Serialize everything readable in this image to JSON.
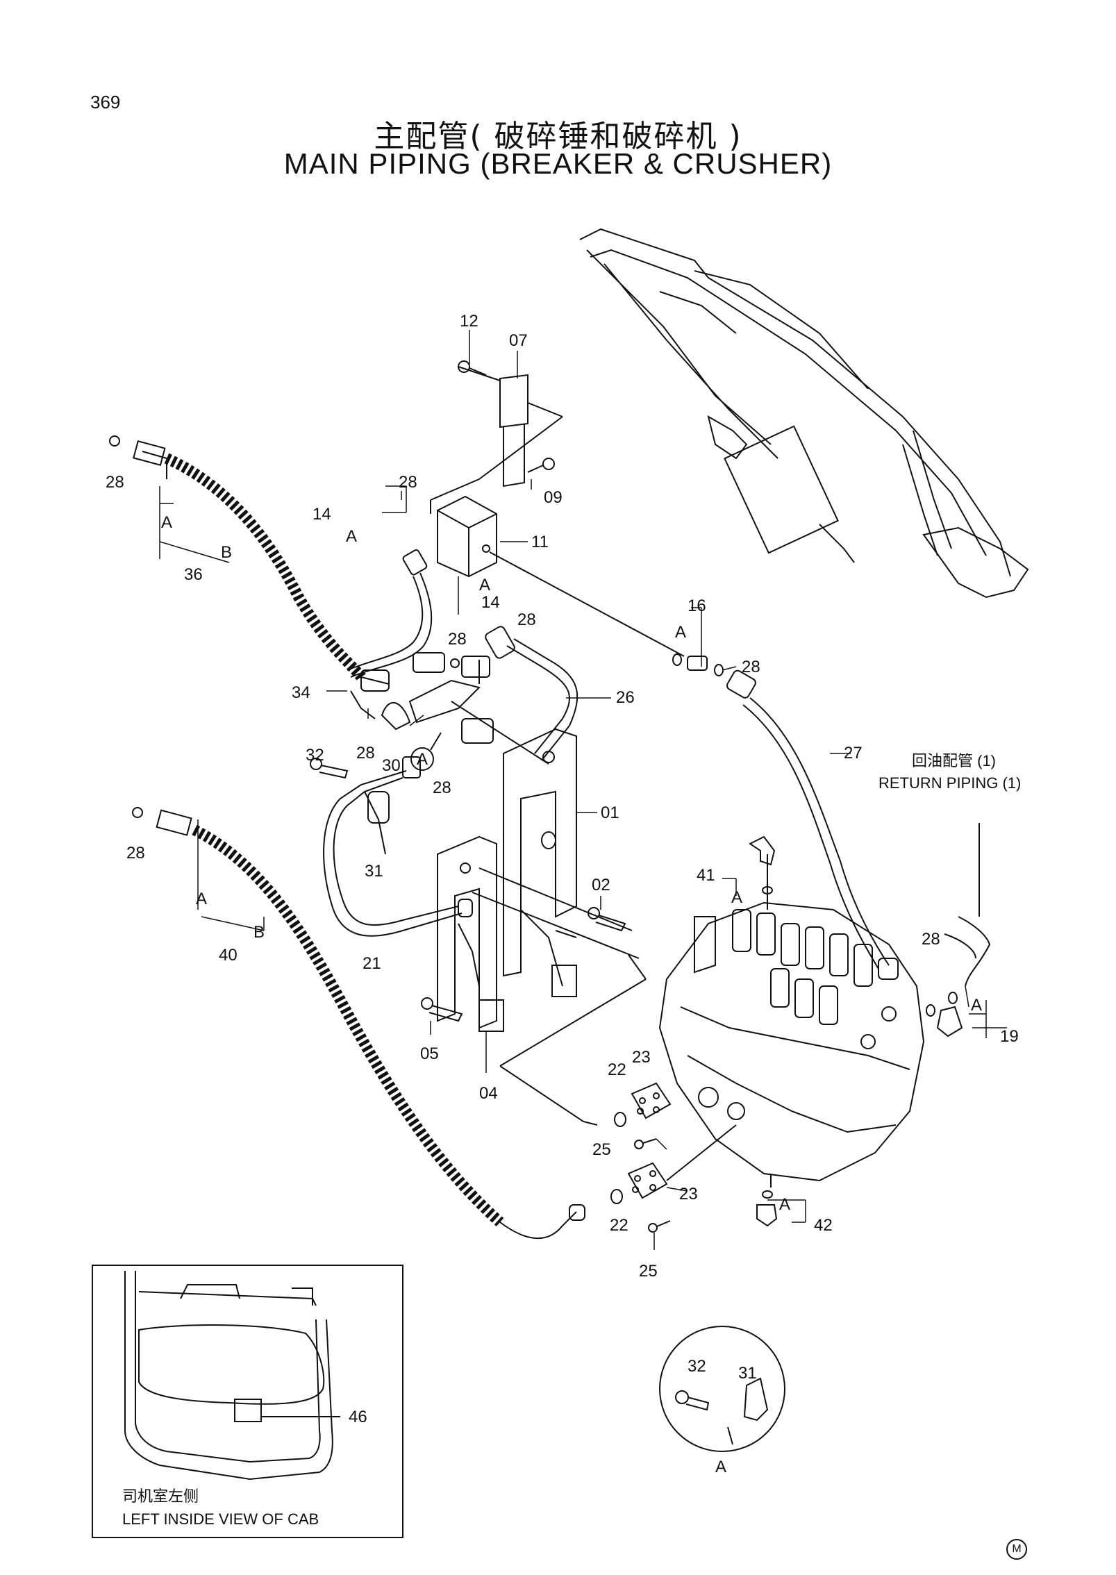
{
  "header": {
    "page_number": "369",
    "title_cn": "主配管( 破碎锤和破碎机 )",
    "title_en": "MAIN PIPING (BREAKER & CRUSHER)"
  },
  "callouts": {
    "p01": "01",
    "p02": "02",
    "p04": "04",
    "p05": "05",
    "p07": "07",
    "p09": "09",
    "p11": "11",
    "p12": "12",
    "p14a": "14",
    "p14b": "14",
    "p16": "16",
    "p19": "19",
    "p21": "21",
    "p22a": "22",
    "p22b": "22",
    "p23a": "23",
    "p23b": "23",
    "p25a": "25",
    "p25b": "25",
    "p26": "26",
    "p27": "27",
    "p28a": "28",
    "p28b": "28",
    "p28c": "28",
    "p28d": "28",
    "p28e": "28",
    "p28f": "28",
    "p28g": "28",
    "p28h": "28",
    "p28i": "28",
    "p30": "30",
    "p31a": "31",
    "p31b": "31",
    "p32a": "32",
    "p32b": "32",
    "p34": "34",
    "p36": "36",
    "p40": "40",
    "p41": "41",
    "p42": "42",
    "p46": "46"
  },
  "hose_ends": {
    "a": "A",
    "b": "B"
  },
  "detail_ref": "A",
  "return_piping": {
    "cn": "回油配管 (1)",
    "en": "RETURN PIPING (1)"
  },
  "inset": {
    "caption_cn": "司机室左侧",
    "caption_en": "LEFT INSIDE VIEW OF CAB"
  },
  "corner_mark": "M"
}
